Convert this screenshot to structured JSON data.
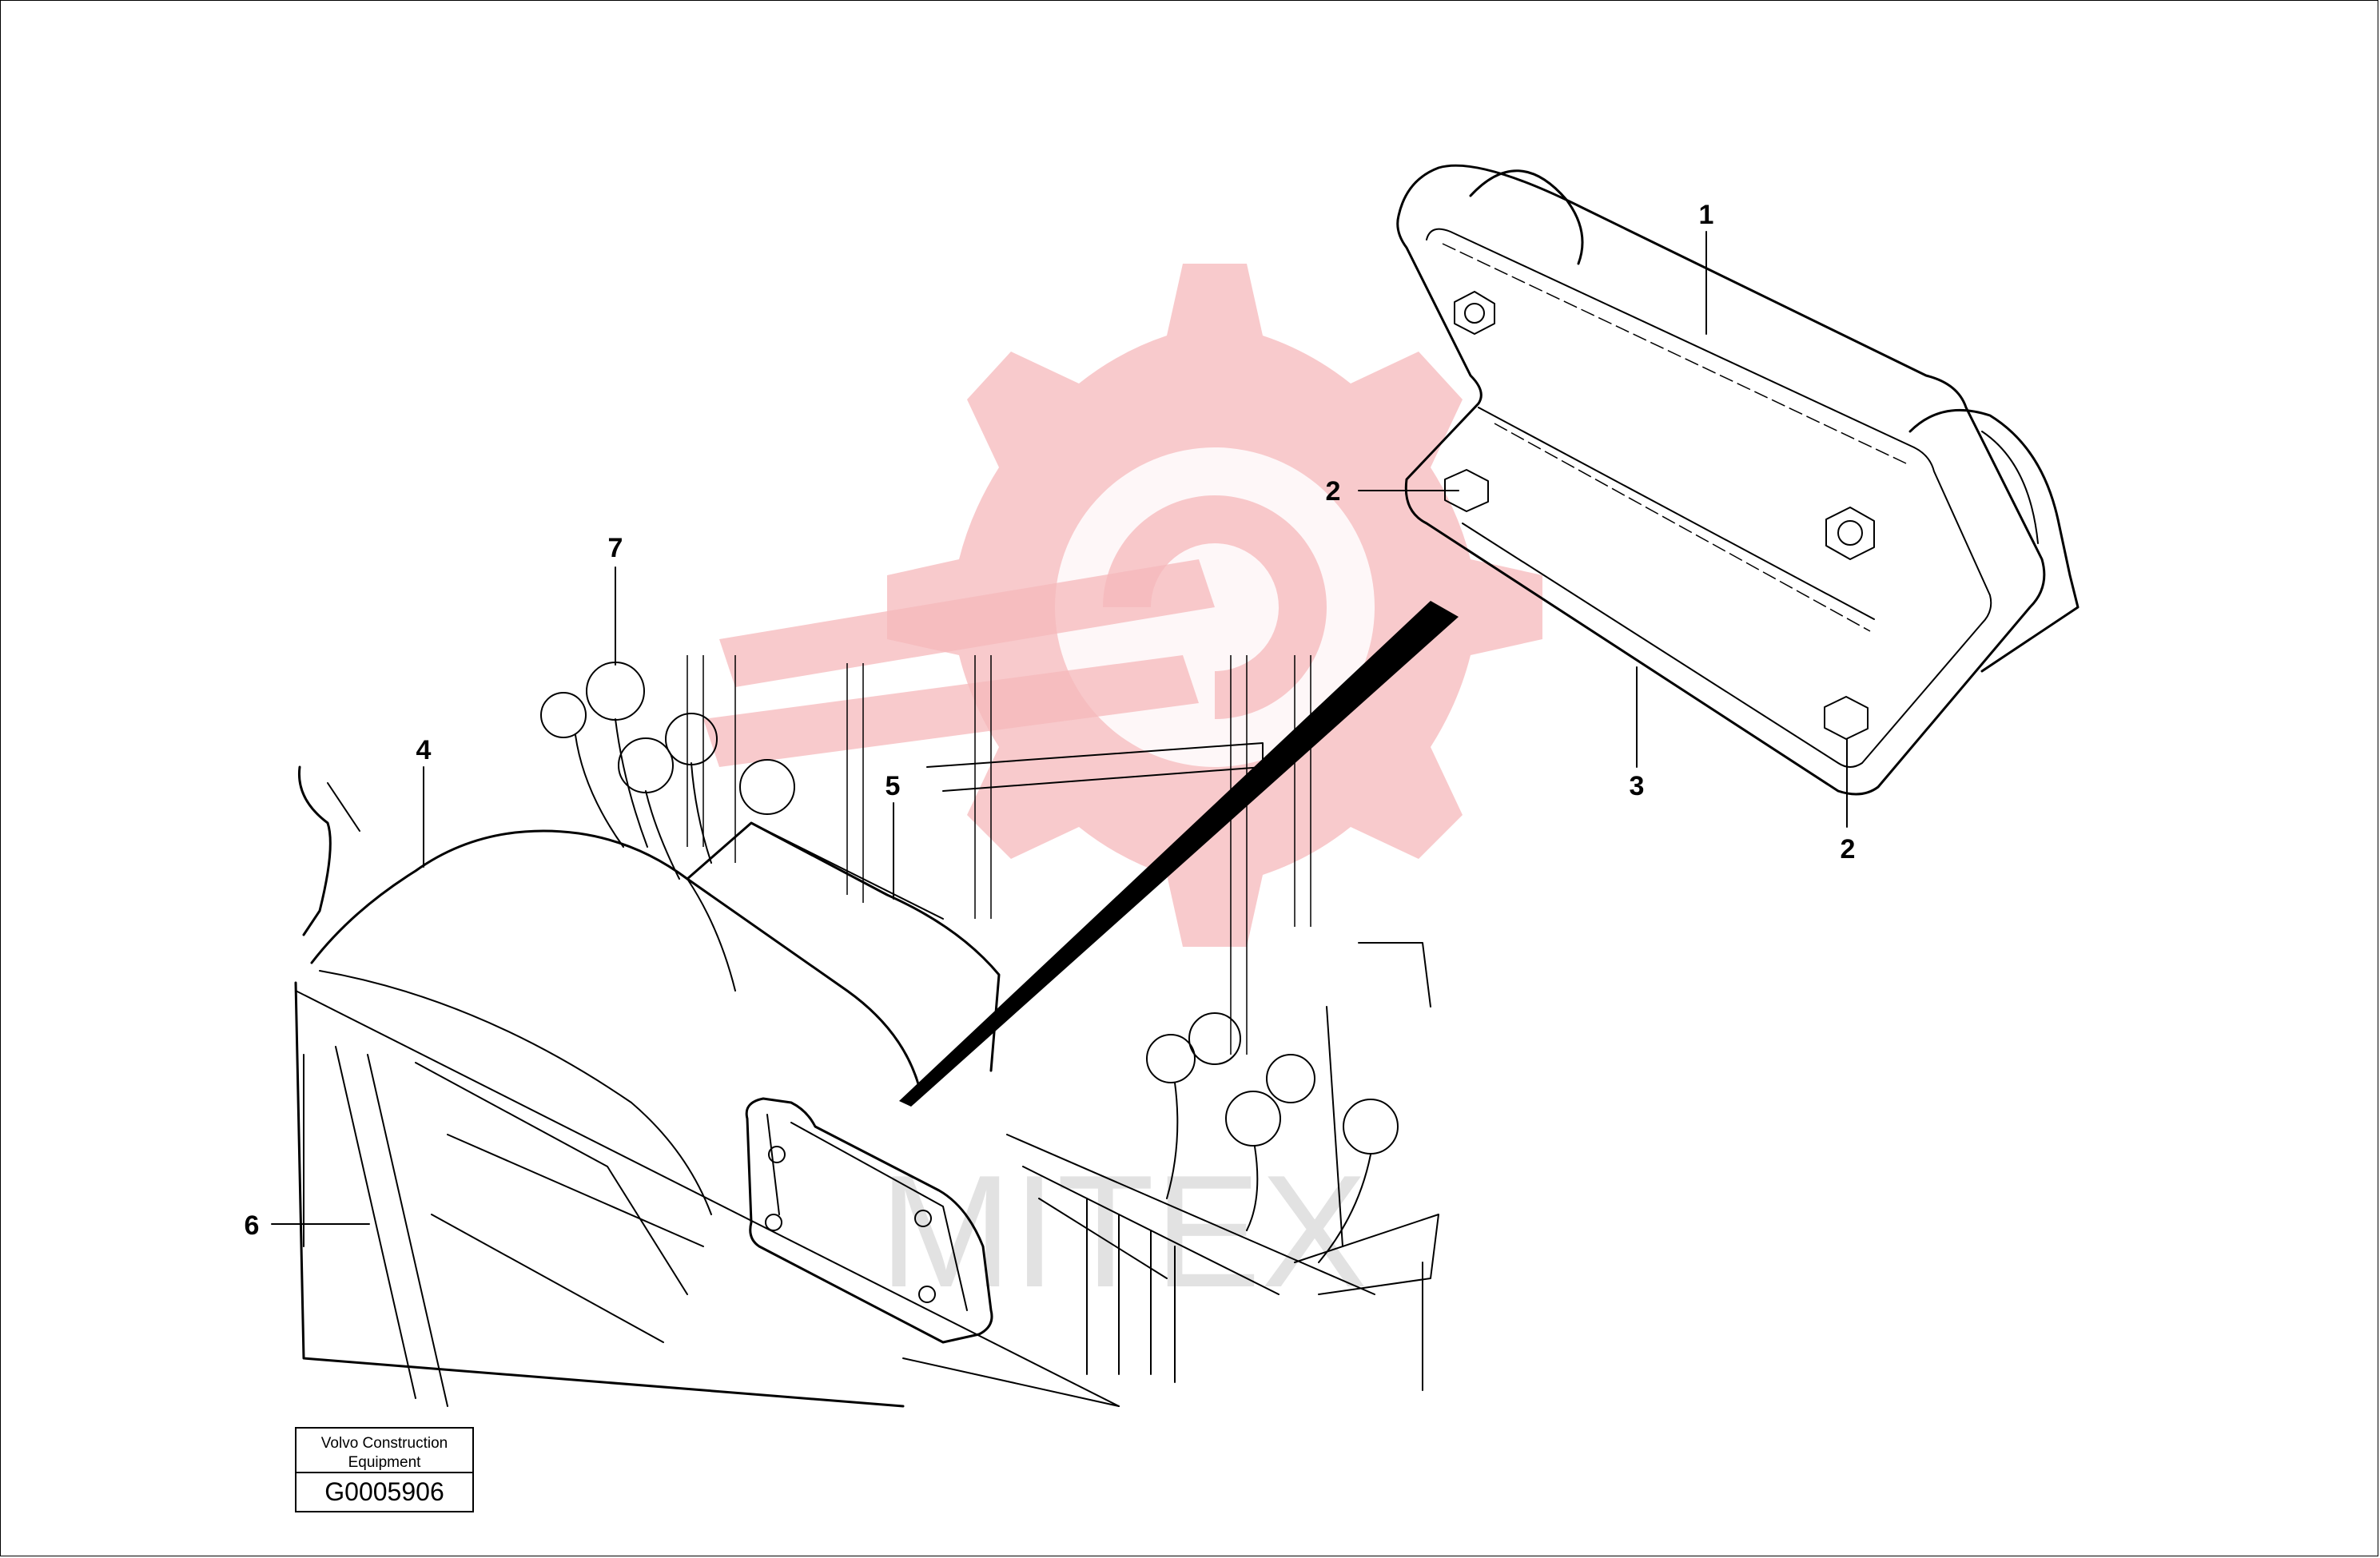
{
  "drawing": {
    "callouts": [
      {
        "id": "callout-1",
        "label": "1"
      },
      {
        "id": "callout-2a",
        "label": "2"
      },
      {
        "id": "callout-2b",
        "label": "2"
      },
      {
        "id": "callout-3",
        "label": "3"
      },
      {
        "id": "callout-4",
        "label": "4"
      },
      {
        "id": "callout-5",
        "label": "5"
      },
      {
        "id": "callout-6",
        "label": "6"
      },
      {
        "id": "callout-7",
        "label": "7"
      }
    ],
    "title_block": {
      "company_line1": "Volvo Construction",
      "company_line2": "Equipment",
      "drawing_number": "G0005906"
    },
    "watermark": {
      "text": "MITEX",
      "color": "#f6b8bb"
    }
  }
}
